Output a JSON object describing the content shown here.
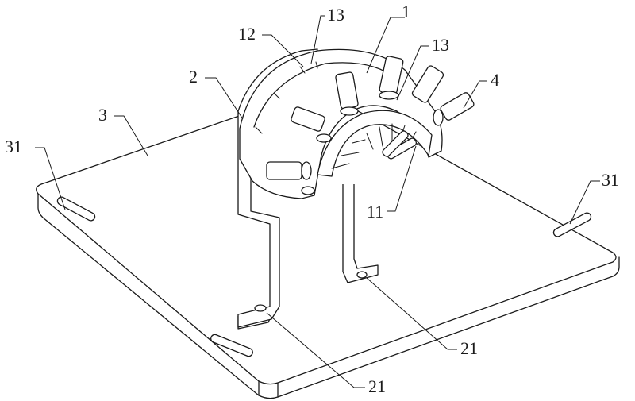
{
  "labels": {
    "part_1": "1",
    "part_2": "2",
    "part_3": "3",
    "part_4": "4",
    "part_11": "11",
    "part_12": "12",
    "part_13_left": "13",
    "part_13_right": "13",
    "part_21_left": "21",
    "part_21_right": "21",
    "part_31_left": "31",
    "part_31_right": "31"
  }
}
